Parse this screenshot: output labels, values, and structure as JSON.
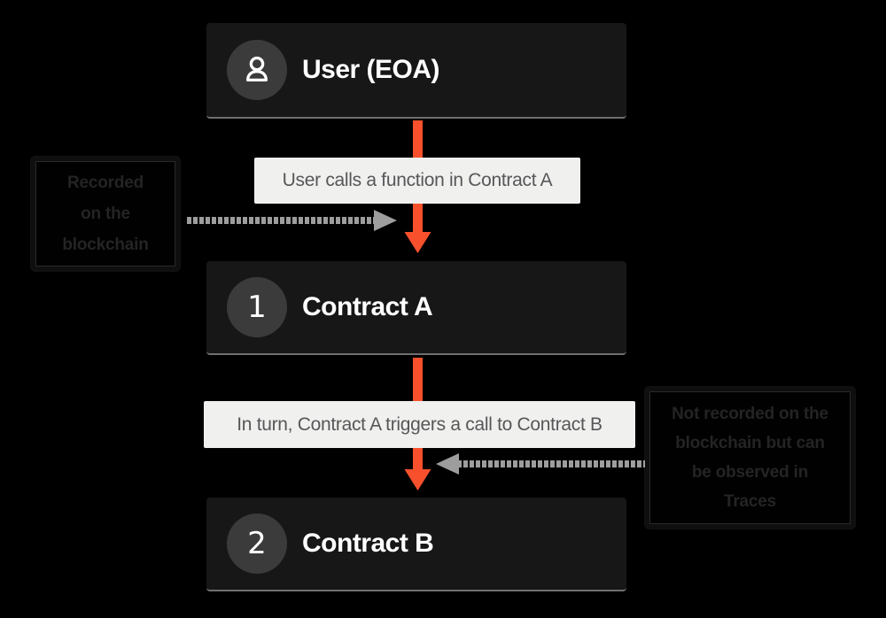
{
  "flow": {
    "nodes": [
      {
        "title": "User (EOA)",
        "badge_icon": "user-icon"
      },
      {
        "title": "Contract A",
        "badge": "1"
      },
      {
        "title": "Contract B",
        "badge": "2"
      }
    ],
    "edges": [
      {
        "label": "User calls a function in Contract A"
      },
      {
        "label": "In turn, Contract A triggers a call to Contract B"
      }
    ]
  },
  "annotations": {
    "left": {
      "text": "Recorded on the blockchain",
      "lines": [
        "Recorded",
        "on the",
        "blockchain"
      ]
    },
    "right": {
      "text": "Not recorded on the blockchain but can be observed in Traces",
      "lines": [
        "Not recorded on the",
        "blockchain but can",
        "be observed in",
        "Traces"
      ]
    }
  },
  "colors": {
    "background": "#000000",
    "node_fill": "#171717",
    "badge_fill": "#3b3b3b",
    "node_text": "#ffffff",
    "label_bar_fill": "#f0f0ee",
    "label_bar_text": "#57575a",
    "arrow_orange": "#f8502c",
    "arrow_gray": "#9d9d9d",
    "annotation_text": "#242424",
    "annotation_border": "#0f0f0f"
  }
}
